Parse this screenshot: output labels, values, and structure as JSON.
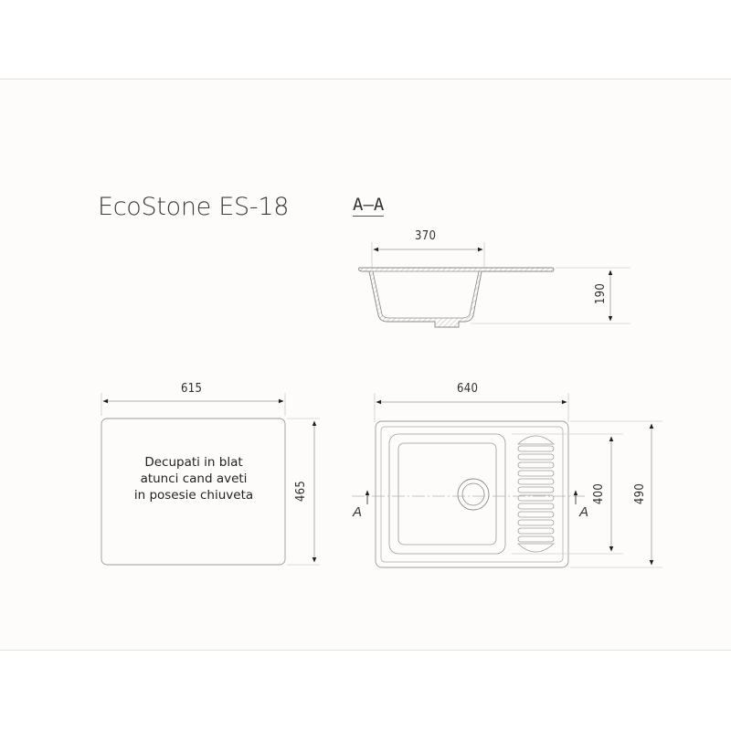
{
  "title": "EcoStone ES-18",
  "section": {
    "label": "A–A",
    "width_dim": "370",
    "depth_dim": "190"
  },
  "cutout": {
    "width_dim": "615",
    "height_dim": "465",
    "note_lines": [
      "Decupati in blat",
      "atunci cand aveti",
      "in posesie chiuveta"
    ]
  },
  "plan": {
    "width_dim": "640",
    "bowl_height_dim": "400",
    "total_height_dim": "490",
    "section_mark_left": "A",
    "section_mark_right": "A"
  },
  "colors": {
    "line": "#8a8a8a",
    "dim_line": "#9a9a9a",
    "arrow": "#1e1e1e",
    "background": "#fdfcfa"
  }
}
